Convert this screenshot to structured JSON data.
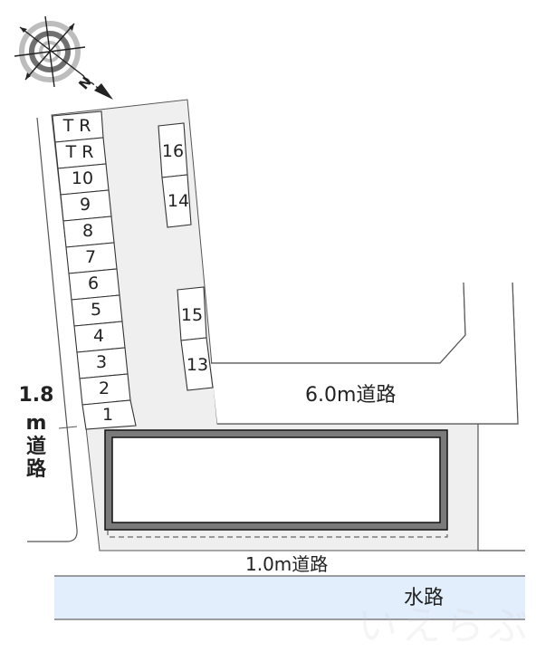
{
  "colors": {
    "lot_fill": "#efefef",
    "line": "#555555",
    "building_frame": "#7a7a7a",
    "building_outline": "#111111",
    "waterway_fill": "#e3eefc",
    "text": "#222222"
  },
  "compass": {
    "icon": "compass-north-arrow-icon",
    "label": "N"
  },
  "parking": {
    "west_row": [
      {
        "id": "TR-1",
        "label": "T R"
      },
      {
        "id": "TR-2",
        "label": "T R"
      },
      {
        "id": "10",
        "label": "10"
      },
      {
        "id": "9",
        "label": "9"
      },
      {
        "id": "8",
        "label": "8"
      },
      {
        "id": "7",
        "label": "7"
      },
      {
        "id": "6",
        "label": "6"
      },
      {
        "id": "5",
        "label": "5"
      },
      {
        "id": "4",
        "label": "4"
      },
      {
        "id": "3",
        "label": "3"
      },
      {
        "id": "2",
        "label": "2"
      },
      {
        "id": "1",
        "label": "1"
      }
    ],
    "east_upper": [
      {
        "id": "16",
        "label": "16"
      },
      {
        "id": "14",
        "label": "14"
      }
    ],
    "east_lower": [
      {
        "id": "15",
        "label": "15"
      },
      {
        "id": "13",
        "label": "13"
      }
    ]
  },
  "roads": {
    "east": "6.0m道路",
    "south": "1.0m道路",
    "west_line1": "1.8",
    "west_line2": "m",
    "west_line3": "道",
    "west_line4": "路"
  },
  "waterway": {
    "label": "水路"
  },
  "watermark": "いえらぶ"
}
